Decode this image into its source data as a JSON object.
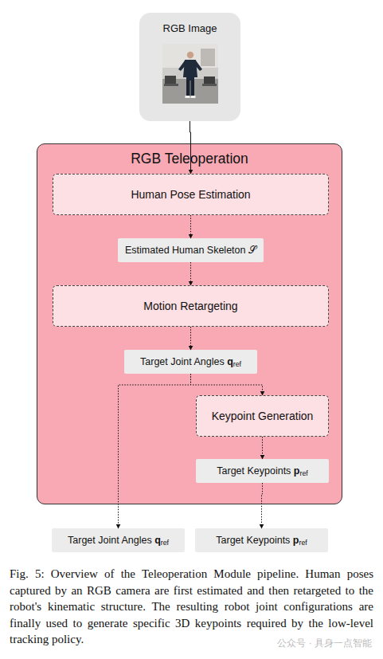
{
  "diagram": {
    "caption": "Fig. 5: Overview of the Teleoperation Module pipeline. Human poses captured by an RGB camera are first estimated and then retargeted to the robot's kinematic structure. The resulting robot joint configurations are finally used to generate specific 3D keypoints required by the low-level tracking policy.",
    "nodes": [
      {
        "text": [
          "RGB Image"
        ]
      },
      {
        "text": [
          "RGB Teleoperation"
        ]
      },
      {
        "text": [
          "Human Pose Estimation"
        ],
        "in": 1
      },
      {
        "text": [
          "Estimated Human Skeleton 𝒮"
        ],
        "in": 1
      },
      {
        "text": [
          "Motion Retargeting"
        ],
        "in": 1
      },
      {
        "text": [
          "Target Joint Angles qref"
        ],
        "in": 1
      },
      {
        "text": [
          "Keypoint Generation"
        ],
        "in": 1
      },
      {
        "text": [
          "Target Keypoints pref"
        ],
        "in": 1
      },
      {
        "text": [
          "Target Joint Angles qref"
        ]
      },
      {
        "text": [
          "Target Keypoints pref"
        ]
      }
    ],
    "edges": [
      {
        "from": 0,
        "to": 2,
        "arrow": "to"
      },
      {
        "from": 2,
        "to": 3,
        "arrow": "to"
      },
      {
        "from": 3,
        "to": 4,
        "arrow": "to"
      },
      {
        "from": 4,
        "to": 5,
        "arrow": "to"
      },
      {
        "from": 5,
        "to": 6,
        "arrow": "to"
      },
      {
        "from": 5,
        "to": 8,
        "arrow": "to"
      },
      {
        "from": 6,
        "to": 7,
        "arrow": "to"
      },
      {
        "from": 7,
        "to": 9,
        "arrow": "to"
      }
    ],
    "labels": [
      "公众号 · 具身一点智能"
    ]
  }
}
